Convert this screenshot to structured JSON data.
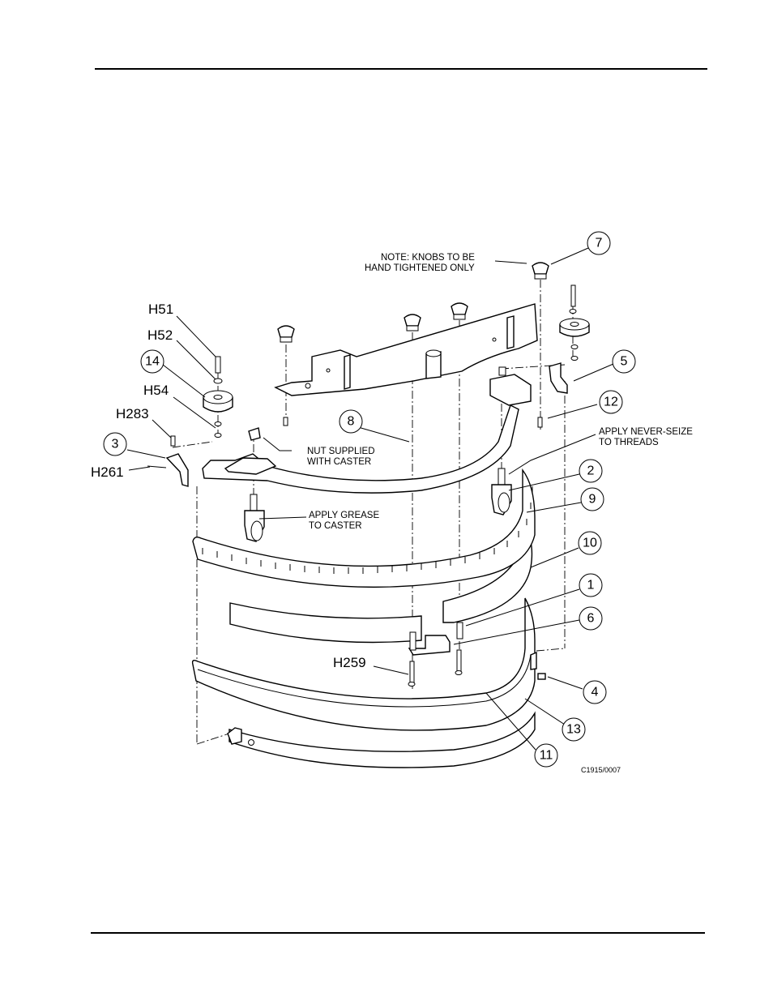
{
  "notes": {
    "knobs_line1": "NOTE:  KNOBS TO BE",
    "knobs_line2": "HAND TIGHTENED ONLY",
    "nut_line1": "NUT SUPPLIED",
    "nut_line2": "WITH CASTER",
    "grease_line1": "APPLY GREASE",
    "grease_line2": "TO CASTER",
    "seize_line1": "APPLY NEVER-SEIZE",
    "seize_line2": "TO THREADS"
  },
  "hardware_labels": {
    "h51": "H51",
    "h52": "H52",
    "h54": "H54",
    "h283": "H283",
    "h261": "H261",
    "h259": "H259"
  },
  "balloons": {
    "b1": "1",
    "b2": "2",
    "b3": "3",
    "b4": "4",
    "b5": "5",
    "b6": "6",
    "b7": "7",
    "b8": "8",
    "b9": "9",
    "b10": "10",
    "b11": "11",
    "b12": "12",
    "b13": "13",
    "b14": "14"
  },
  "drawing_code": "C1915/0007"
}
